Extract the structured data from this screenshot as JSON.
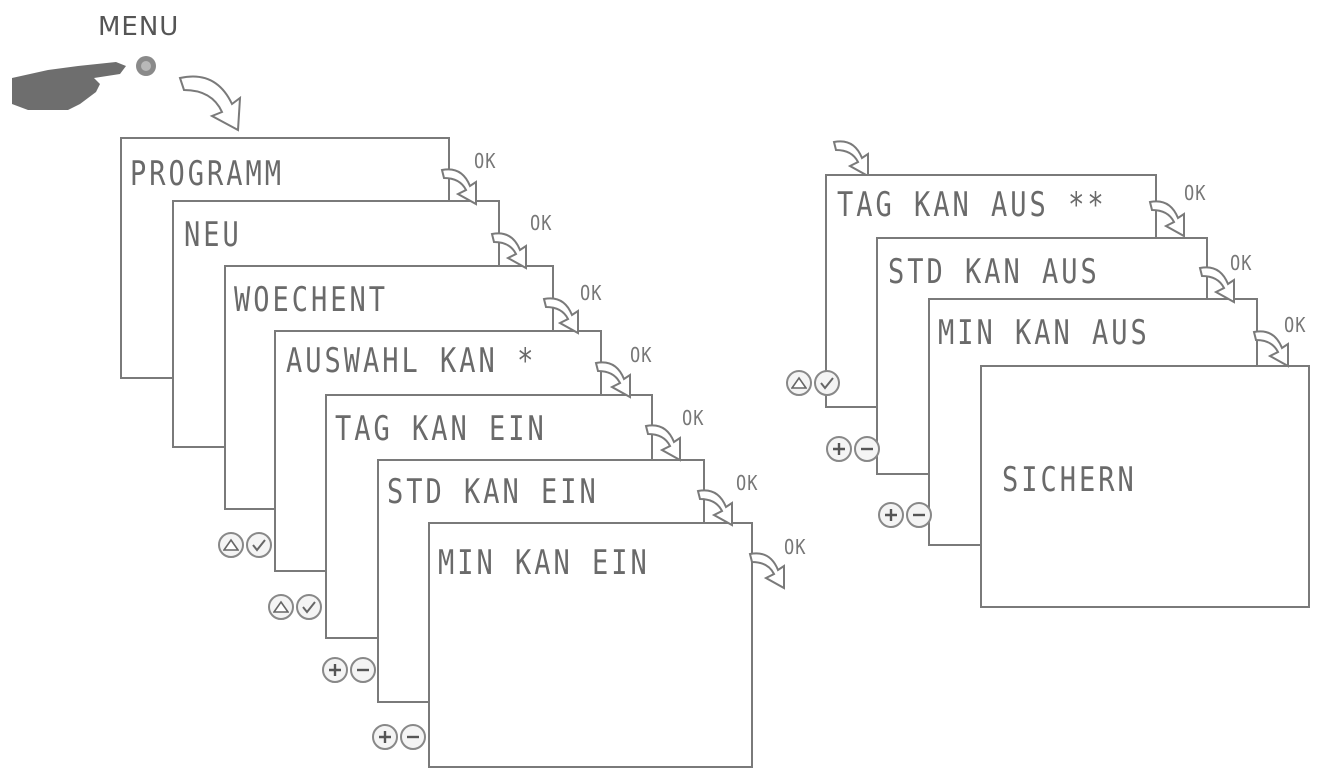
{
  "menu_label": "MENU",
  "ok_label": "OK",
  "left_flow": {
    "screens": [
      {
        "id": "programm",
        "label": "PROGRAMM"
      },
      {
        "id": "neu",
        "label": "NEU"
      },
      {
        "id": "woechent",
        "label": "WOECHENT"
      },
      {
        "id": "auswahl",
        "label": "AUSWAHL KAN *"
      },
      {
        "id": "tag-ein",
        "label": "TAG KAN EIN"
      },
      {
        "id": "std-ein",
        "label": "STD KAN EIN"
      },
      {
        "id": "min-ein",
        "label": "MIN KAN EIN"
      }
    ]
  },
  "right_flow": {
    "screens": [
      {
        "id": "tag-aus",
        "label": "TAG KAN AUS **"
      },
      {
        "id": "std-aus",
        "label": "STD KAN AUS"
      },
      {
        "id": "min-aus",
        "label": "MIN KAN AUS"
      },
      {
        "id": "sichern",
        "label": "SICHERN"
      }
    ]
  },
  "icons": {
    "hand": "pointing-hand-icon",
    "curved_arrow": "curved-arrow-icon",
    "up": "up-triangle-icon",
    "check": "check-icon",
    "plus": "plus-icon",
    "minus": "minus-icon"
  }
}
